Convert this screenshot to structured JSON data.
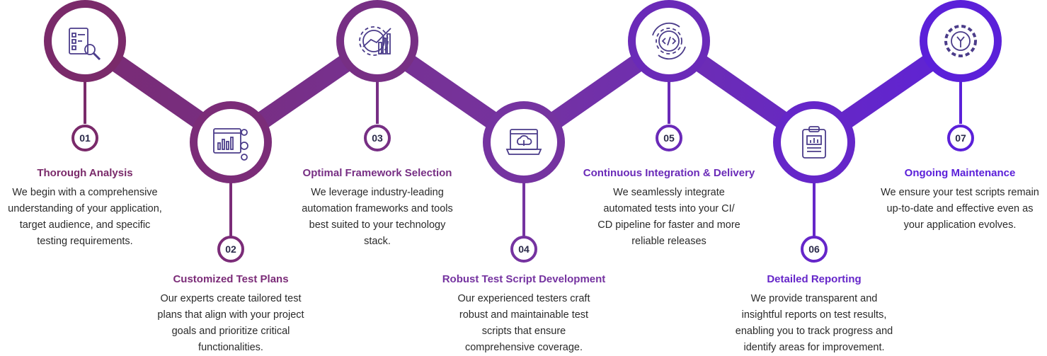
{
  "colors": {
    "start": "#7a2a6a",
    "end": "#5a1fe0",
    "text": "#2a2a2a"
  },
  "steps": [
    {
      "number": "01",
      "icon": "document-search-icon",
      "color": "#7a2a6a",
      "title": "Thorough Analysis",
      "lines": [
        "We begin with a comprehensive",
        "understanding of your application,",
        "target audience, and specific",
        "testing requirements."
      ]
    },
    {
      "number": "02",
      "icon": "dashboard-settings-icon",
      "color": "#7b2c78",
      "title": "Customized Test Plans",
      "lines": [
        "Our experts create tailored test",
        "plans that align with your project",
        "goals and prioritize critical",
        "functionalities."
      ]
    },
    {
      "number": "03",
      "icon": "gear-chart-icon",
      "color": "#772f84",
      "title": "Optimal Framework Selection",
      "lines": [
        "We leverage industry-leading",
        "automation frameworks and tools",
        "best suited to your technology",
        "stack."
      ]
    },
    {
      "number": "04",
      "icon": "laptop-cloud-icon",
      "color": "#7533a0",
      "title": "Robust Test Script Development",
      "lines": [
        "Our experienced testers craft",
        "robust and maintainable test",
        "scripts that ensure",
        "comprehensive coverage."
      ]
    },
    {
      "number": "05",
      "icon": "code-gear-cycle-icon",
      "color": "#6a2ab8",
      "title": "Continuous Integration & Delivery",
      "lines": [
        "We seamlessly integrate",
        "automated tests into your CI/",
        "CD pipeline for faster and more",
        "reliable releases"
      ]
    },
    {
      "number": "06",
      "icon": "clipboard-report-icon",
      "color": "#6526c9",
      "title": "Detailed Reporting",
      "lines": [
        "We provide transparent and",
        "insightful reports on test results,",
        "enabling you to track progress and",
        "identify areas for improvement."
      ]
    },
    {
      "number": "07",
      "icon": "gear-wrench-icon",
      "color": "#5b20d9",
      "title": "Ongoing Maintenance",
      "lines": [
        "We ensure your test scripts remain",
        "up-to-date and effective even as",
        "your application evolves."
      ]
    }
  ]
}
